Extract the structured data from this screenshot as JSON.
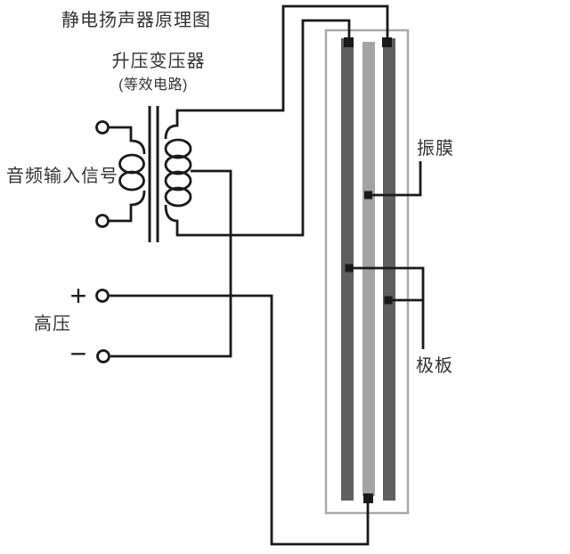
{
  "title": "静电扬声器原理图",
  "transformer": {
    "label": "升压变压器",
    "sublabel": "(等效电路)"
  },
  "audio_input": {
    "label": "音频输入信号"
  },
  "high_voltage": {
    "label": "高压",
    "plus": "+",
    "minus": "−"
  },
  "panel": {
    "diaphragm_label": "振膜",
    "plate_label": "极板"
  },
  "colors": {
    "wire": "#1a1a1a",
    "text": "#333333",
    "plate_dark": "#5f5f5f",
    "diaphragm_gray": "#a3a3a3",
    "panel_border": "#a9a9a9",
    "background": "#ffffff"
  }
}
